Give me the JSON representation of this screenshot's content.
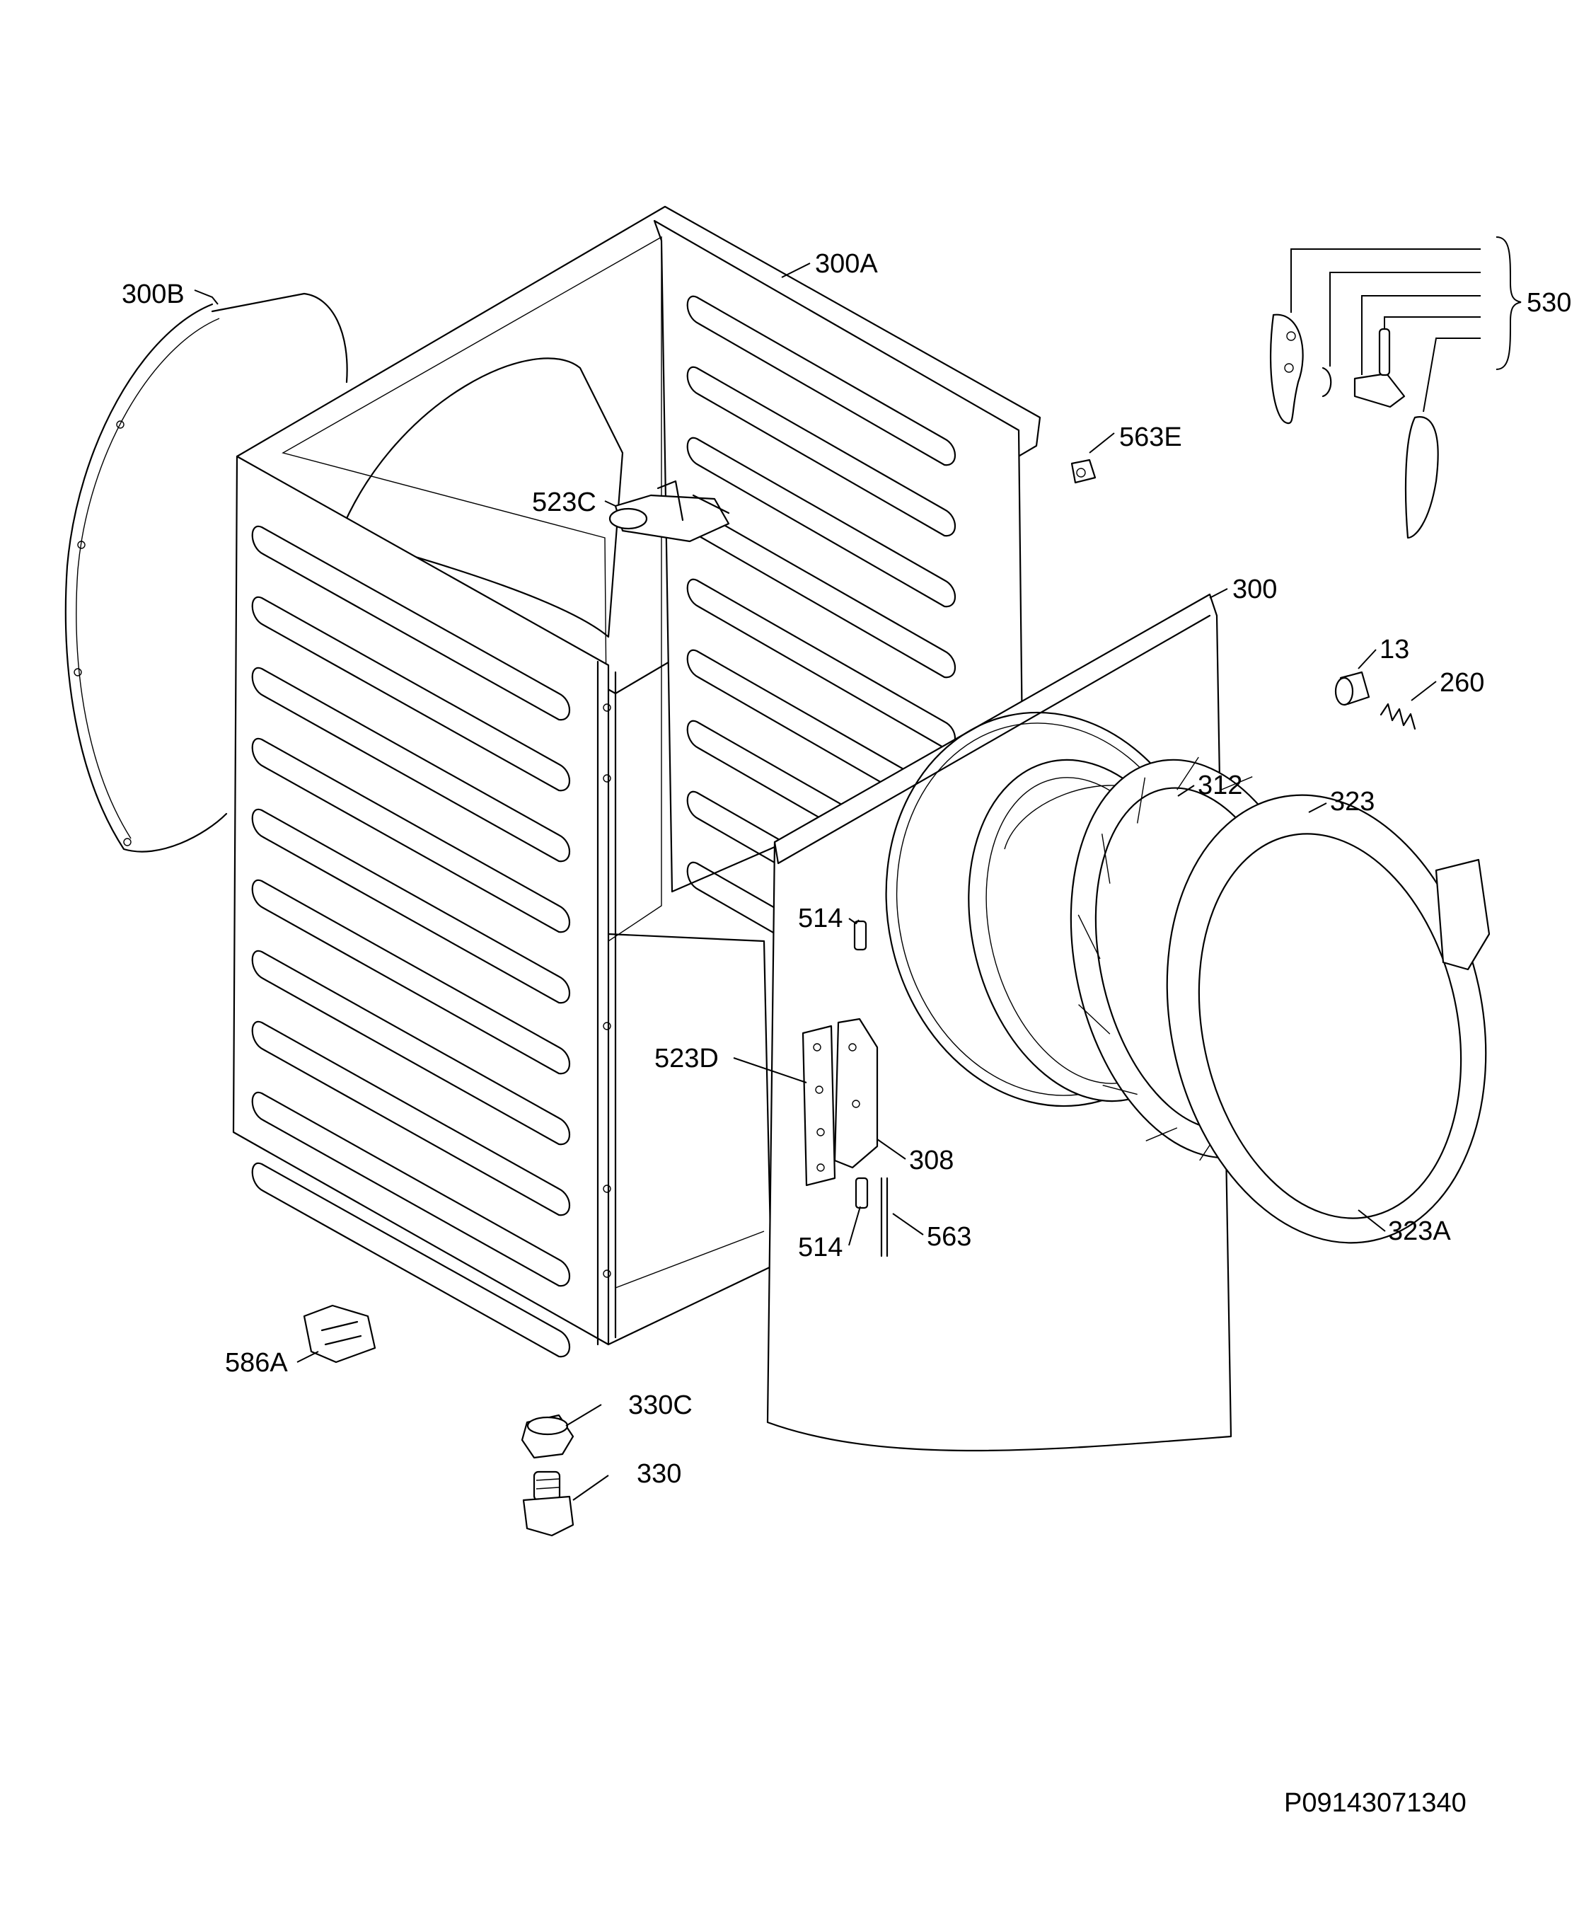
{
  "drawing_number": "P09143071340",
  "callouts": {
    "c300A": "300A",
    "c300B": "300B",
    "c530": "530",
    "c563E": "563E",
    "c523C": "523C",
    "c300": "300",
    "c13": "13",
    "c260": "260",
    "c312": "312",
    "c323": "323",
    "c514a": "514",
    "c523D": "523D",
    "c308": "308",
    "c514b": "514",
    "c563": "563",
    "c323A": "323A",
    "c586A": "586A",
    "c330C": "330C",
    "c330": "330"
  }
}
